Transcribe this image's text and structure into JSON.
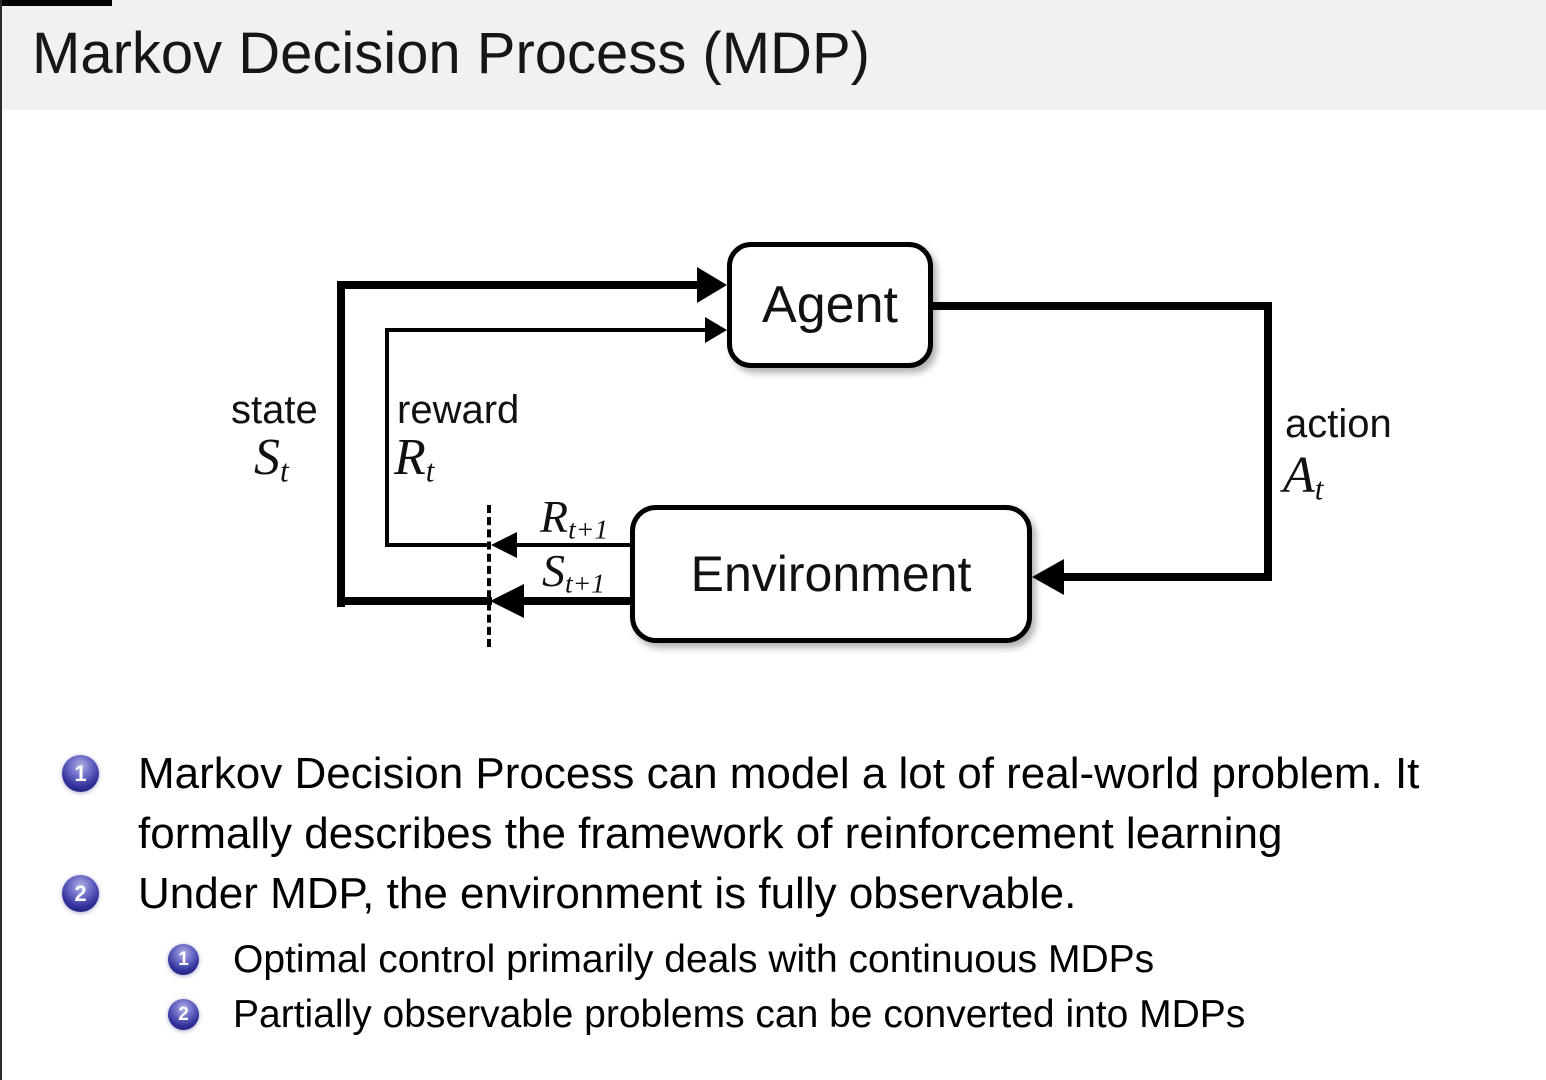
{
  "slide": {
    "title": "Markov Decision Process (MDP)"
  },
  "colors": {
    "title_bar_bg": "#f1f1f1",
    "body_bg": "#ffffff",
    "text": "#000000",
    "diagram_line": "#000000",
    "enumerate_ball_blue": "#32329c"
  },
  "diagram": {
    "agent_label": "Agent",
    "environment_label": "Environment",
    "state": {
      "word": "state",
      "base": "S",
      "sub": "t"
    },
    "reward": {
      "word": "reward",
      "base": "R",
      "sub": "t"
    },
    "action": {
      "word": "action",
      "base": "A",
      "sub": "t"
    },
    "next_reward": {
      "base": "R",
      "sub": "t+1"
    },
    "next_state": {
      "base": "S",
      "sub": "t+1"
    }
  },
  "bullets": [
    {
      "number": "1",
      "lines": [
        "Markov Decision Process can model a lot of real-world problem. It",
        "formally describes the framework of reinforcement learning"
      ]
    },
    {
      "number": "2",
      "lines": [
        "Under MDP, the environment is fully observable."
      ],
      "sub": [
        {
          "number": "1",
          "text": "Optimal control primarily deals with continuous MDPs"
        },
        {
          "number": "2",
          "text": "Partially observable problems can be converted into MDPs"
        }
      ]
    }
  ]
}
